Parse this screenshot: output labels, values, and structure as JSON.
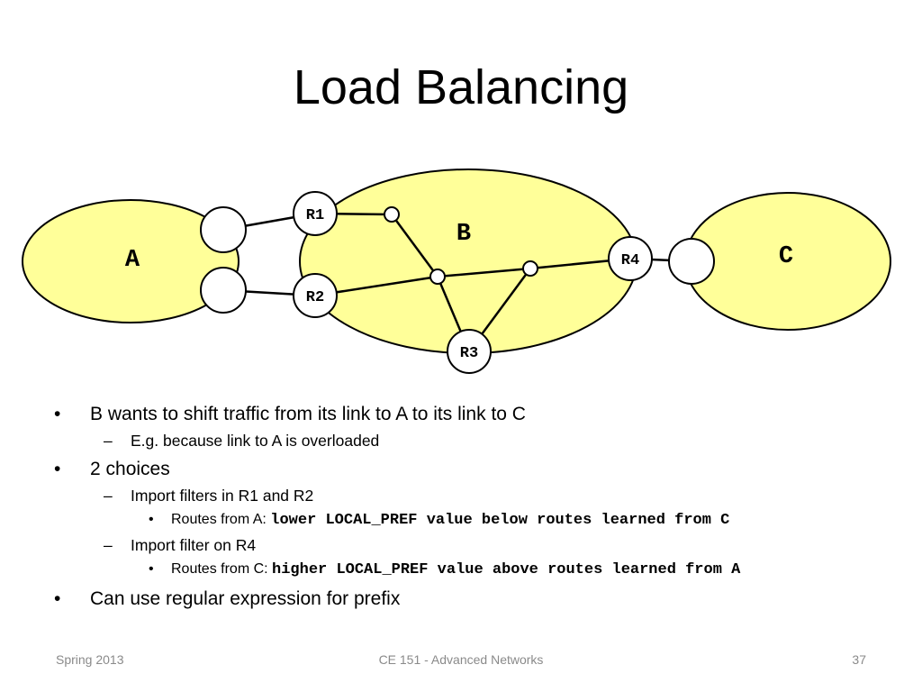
{
  "slide": {
    "title": "Load Balancing"
  },
  "diagram": {
    "as_labels": {
      "a": "A",
      "b": "B",
      "c": "C"
    },
    "router_labels": {
      "r1": "R1",
      "r2": "R2",
      "r3": "R3",
      "r4": "R4"
    },
    "colors": {
      "as_fill": "#ffff99",
      "outline": "#000000",
      "node_fill": "#ffffff"
    }
  },
  "bullets": {
    "b1": {
      "marker": "•",
      "text": "B wants to shift traffic from its link to A to its link to C"
    },
    "b1_1": {
      "marker": "–",
      "text": "E.g. because link to A is overloaded"
    },
    "b2": {
      "marker": "•",
      "text": "2 choices"
    },
    "b2_1": {
      "marker": "–",
      "text": "Import filters in R1 and R2"
    },
    "b2_1_1": {
      "marker": "•",
      "prefix": "Routes from A: ",
      "code": "lower LOCAL_PREF value below routes learned from C"
    },
    "b2_2": {
      "marker": "–",
      "text": "Import filter on R4"
    },
    "b2_2_1": {
      "marker": "•",
      "prefix": "Routes from C: ",
      "code": "higher LOCAL_PREF value above routes learned from A"
    },
    "b3": {
      "marker": "•",
      "text": "Can use regular expression for prefix"
    }
  },
  "footer": {
    "left": "Spring 2013",
    "center": "CE 151 - Advanced Networks",
    "right": "37"
  }
}
